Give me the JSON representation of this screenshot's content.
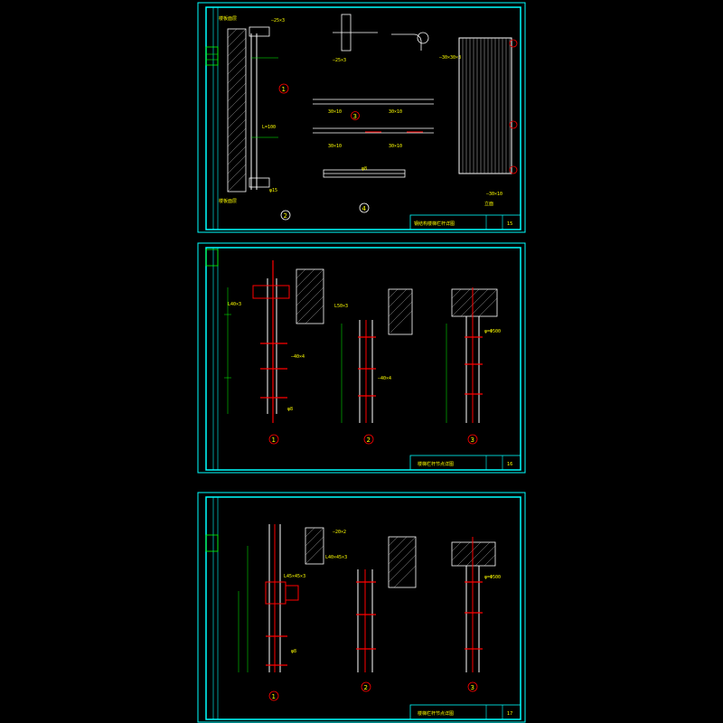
{
  "colors": {
    "background": "#000000",
    "frame": "#00ffff",
    "line": "#ffffff",
    "dim": "#00ff00",
    "text": "#ffff00",
    "accent": "#ff0000",
    "hatch": "#c0c0c0"
  },
  "sheets": [
    {
      "id": "sheet-1",
      "title": "钢结构楼梯栏杆详图",
      "sheet_no": "15",
      "detail_numbers": [
        "1",
        "2",
        "3",
        "4"
      ],
      "labels": {
        "top_left": "楼板面层",
        "bottom_left": "楼板面层",
        "flat_bar_top": "—25×3",
        "flat_bar_mid": "—30×30×3",
        "rod": "φ15",
        "l_angle": "L=100",
        "len_30x10_a": "30×10",
        "len_30x10_b": "30×10",
        "len_30x10_c": "30×10",
        "len_30x10_d": "30×10",
        "flat_30x10": "—30×10",
        "steel_25x3": "—25×3",
        "bar_8": "φ8",
        "elev": "立面"
      }
    },
    {
      "id": "sheet-2",
      "title": "楼梯栏杆节点详图",
      "sheet_no": "16",
      "detail_numbers": [
        "1",
        "2",
        "3"
      ],
      "labels": {
        "angle_1": "L40×3",
        "angle_2": "L50×3",
        "flat_1": "—40×4",
        "flat_2": "—40×4",
        "pipe": "φ=Φ500",
        "rebar": "φ8"
      }
    },
    {
      "id": "sheet-3",
      "title": "楼梯栏杆节点详图",
      "sheet_no": "17",
      "detail_numbers": [
        "1",
        "2",
        "3"
      ],
      "labels": {
        "angle_1": "L45×45×3",
        "angle_2": "L40×45×3",
        "pipe": "φ=Φ500",
        "flat": "—20×2",
        "rebar": "φ8"
      }
    }
  ]
}
